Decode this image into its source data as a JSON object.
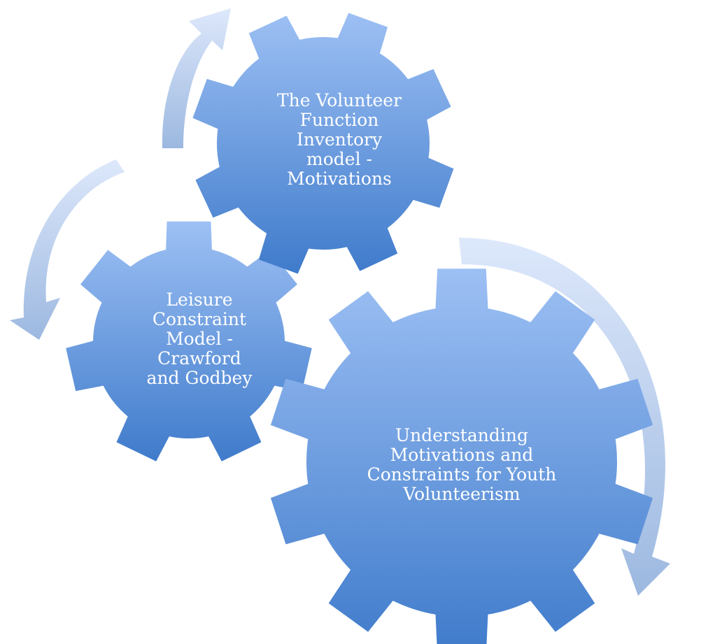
{
  "gears": [
    {
      "id": "large",
      "lines": [
        "Understanding",
        "Motivations and",
        "Constraints for Youth",
        "Volunteerism"
      ]
    },
    {
      "id": "medium",
      "lines": [
        "The Volunteer",
        "Function",
        "Inventory",
        "model -",
        "Motivations"
      ]
    },
    {
      "id": "small",
      "lines": [
        "Leisure",
        "Constraint",
        "Model -",
        "Crawford",
        "and Godbey"
      ]
    }
  ],
  "colors": {
    "gear_top": "#9dc0f4",
    "gear_bottom": "#3f7bcb",
    "arrow_light": "#dde8fb",
    "arrow_dark": "#9cb8e0",
    "label_text": "#ffffff"
  }
}
